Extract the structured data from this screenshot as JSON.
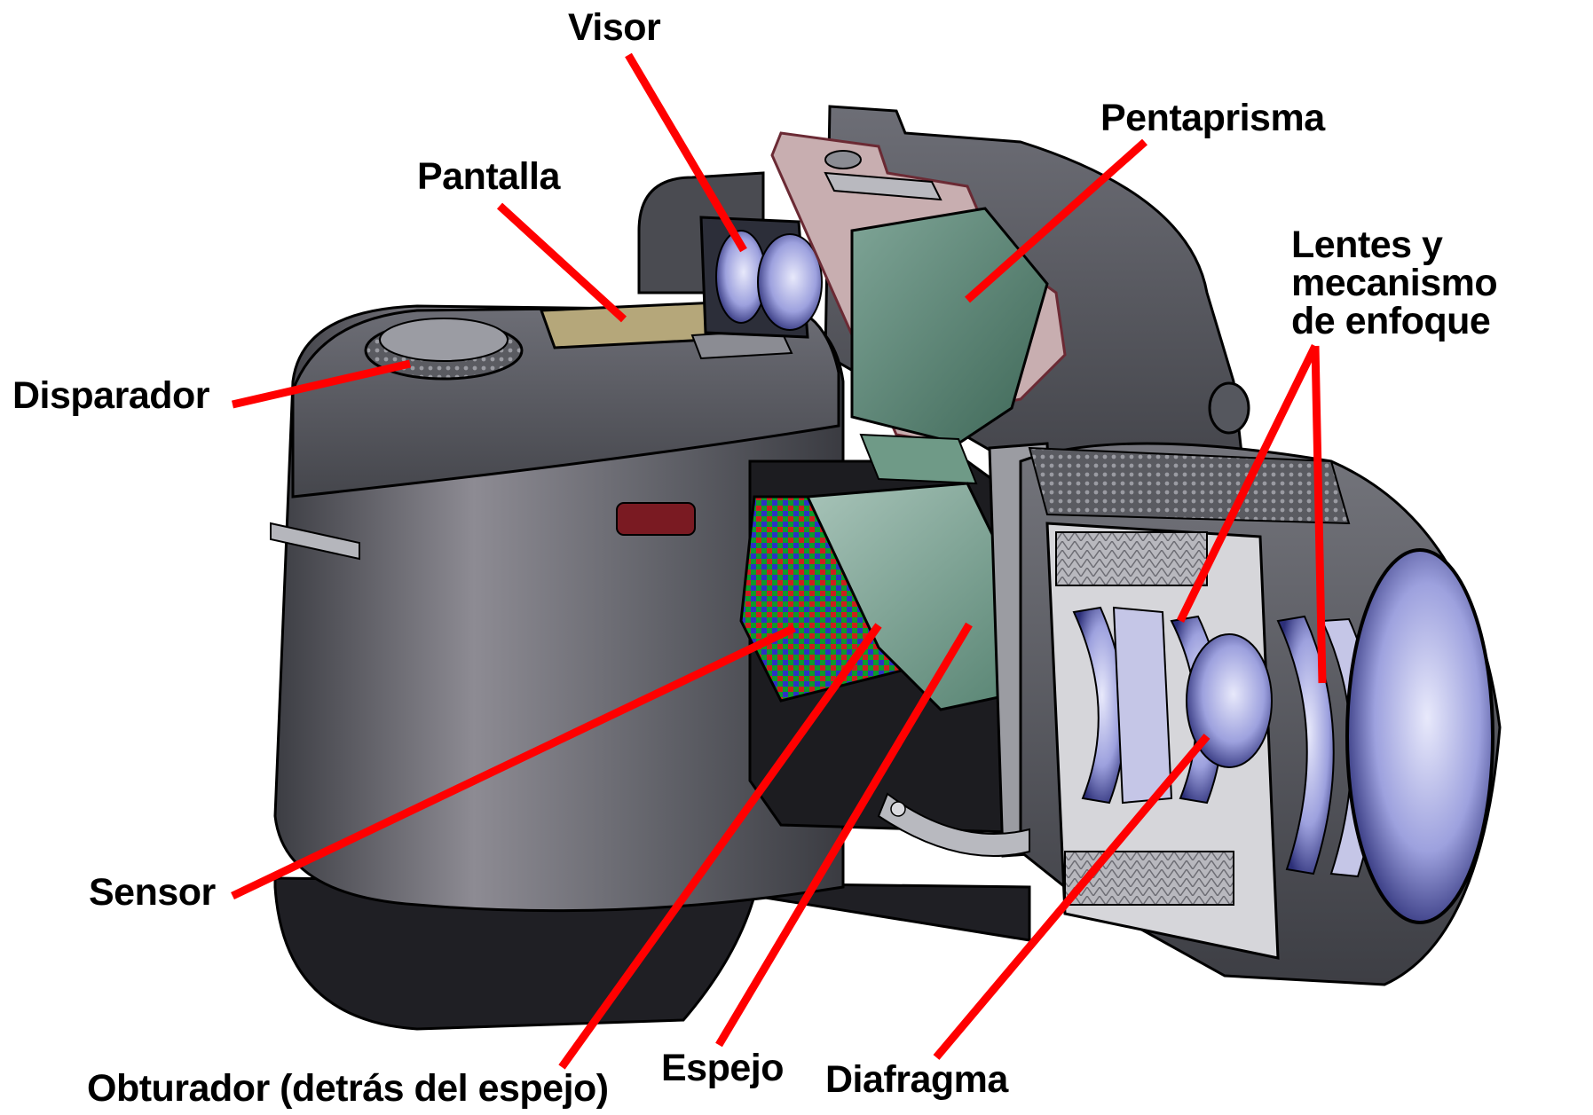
{
  "labels": {
    "visor": "Visor",
    "pentaprisma": "Pentaprisma",
    "pantalla": "Pantalla",
    "lentes_line1": "Lentes y",
    "lentes_line2": "mecanismo",
    "lentes_line3": "de enfoque",
    "disparador": "Disparador",
    "sensor": "Sensor",
    "obturador": "Obturador (detrás del espejo)",
    "espejo": "Espejo",
    "diafragma": "Diafragma"
  },
  "colors": {
    "leader_lines": "#ff0000",
    "body": "#55575e",
    "prism": "#4e7a6a",
    "lens_glass": "#8f93d6",
    "screen": "#b5a77a",
    "sensor_pattern": [
      "#0d9a2a",
      "#2f2fc4",
      "#cc1f1f"
    ]
  }
}
